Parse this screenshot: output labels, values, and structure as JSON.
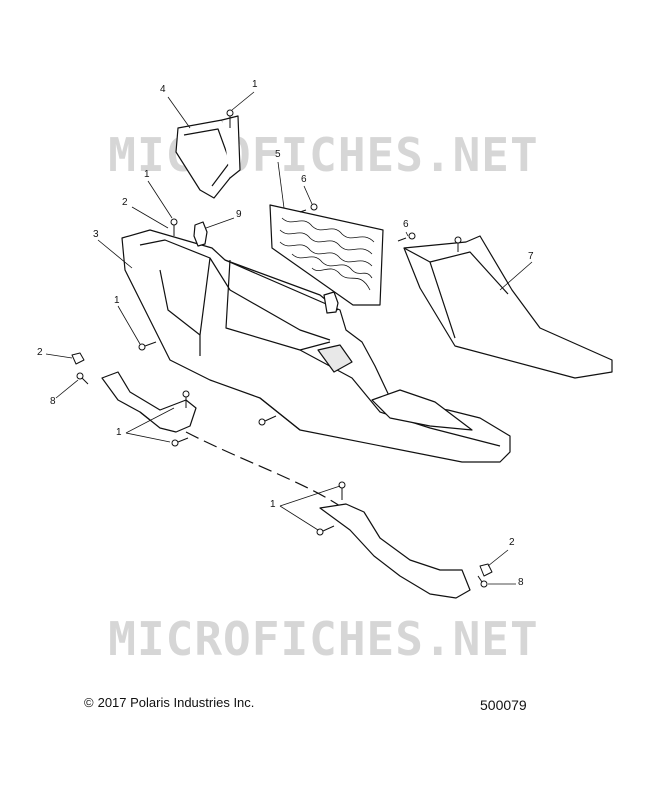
{
  "watermark": {
    "text": "MICROFICHES.NET"
  },
  "footer": {
    "copyright_symbol": "©",
    "copyright_text": "2017 Polaris Industries Inc.",
    "drawing_number": "500079"
  },
  "callouts": [
    {
      "id": "c-1a",
      "label": "1"
    },
    {
      "id": "c-4",
      "label": "4"
    },
    {
      "id": "c-5",
      "label": "5"
    },
    {
      "id": "c-6a",
      "label": "6"
    },
    {
      "id": "c-1b",
      "label": "1"
    },
    {
      "id": "c-2a",
      "label": "2"
    },
    {
      "id": "c-9",
      "label": "9"
    },
    {
      "id": "c-6b",
      "label": "6"
    },
    {
      "id": "c-7",
      "label": "7"
    },
    {
      "id": "c-3",
      "label": "3"
    },
    {
      "id": "c-1c",
      "label": "1"
    },
    {
      "id": "c-2b",
      "label": "2"
    },
    {
      "id": "c-8a",
      "label": "8"
    },
    {
      "id": "c-1d",
      "label": "1"
    },
    {
      "id": "c-1e",
      "label": "1"
    },
    {
      "id": "c-2c",
      "label": "2"
    },
    {
      "id": "c-8b",
      "label": "8"
    }
  ]
}
